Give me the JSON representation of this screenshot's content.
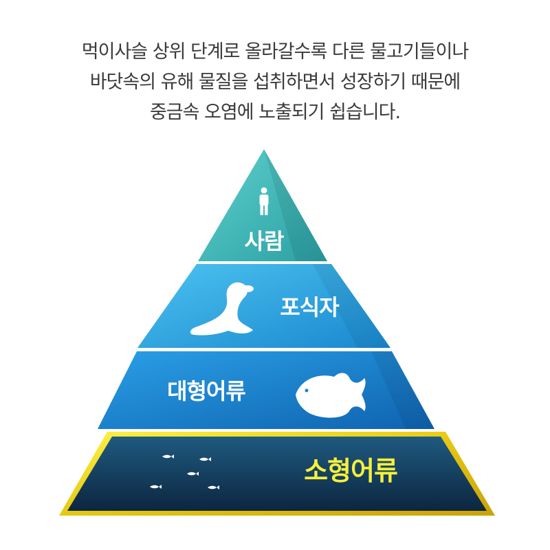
{
  "caption": {
    "lines": [
      "먹이사슬 상위 단계로 올라갈수록 다른 물고기들이나",
      "바닷속의 유해 물질을 섭취하면서 성장하기 때문에",
      "중금속 오염에 노출되기 쉽습니다."
    ]
  },
  "pyramid": {
    "levels": [
      {
        "label": "사람",
        "icon": "person-icon",
        "color": "#3bb9b9"
      },
      {
        "label": "포식자",
        "icon": "seal-icon",
        "color": "#2aa2e0"
      },
      {
        "label": "대형어류",
        "icon": "large-fish-icon",
        "color": "#1783cc"
      },
      {
        "label": "소형어류",
        "icon": "small-fish-icon",
        "color": "#123c5c",
        "highlight": "#f2e81e",
        "label_color": "#f6f03a"
      }
    ]
  }
}
